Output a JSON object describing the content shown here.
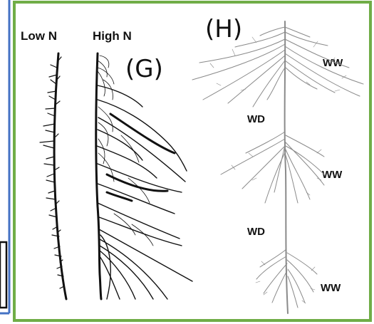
{
  "panel_g": {
    "label": "(G)",
    "low_n_label": "Low N",
    "high_n_label": "High N"
  },
  "panel_h": {
    "label": "(H)",
    "zones": [
      "WW",
      "WD",
      "WW",
      "WD",
      "WW"
    ]
  },
  "colors": {
    "left_frame": "#4472c4",
    "right_frame": "#70ad47",
    "root_dark": "#111111",
    "root_gray": "#8a8a8a"
  }
}
